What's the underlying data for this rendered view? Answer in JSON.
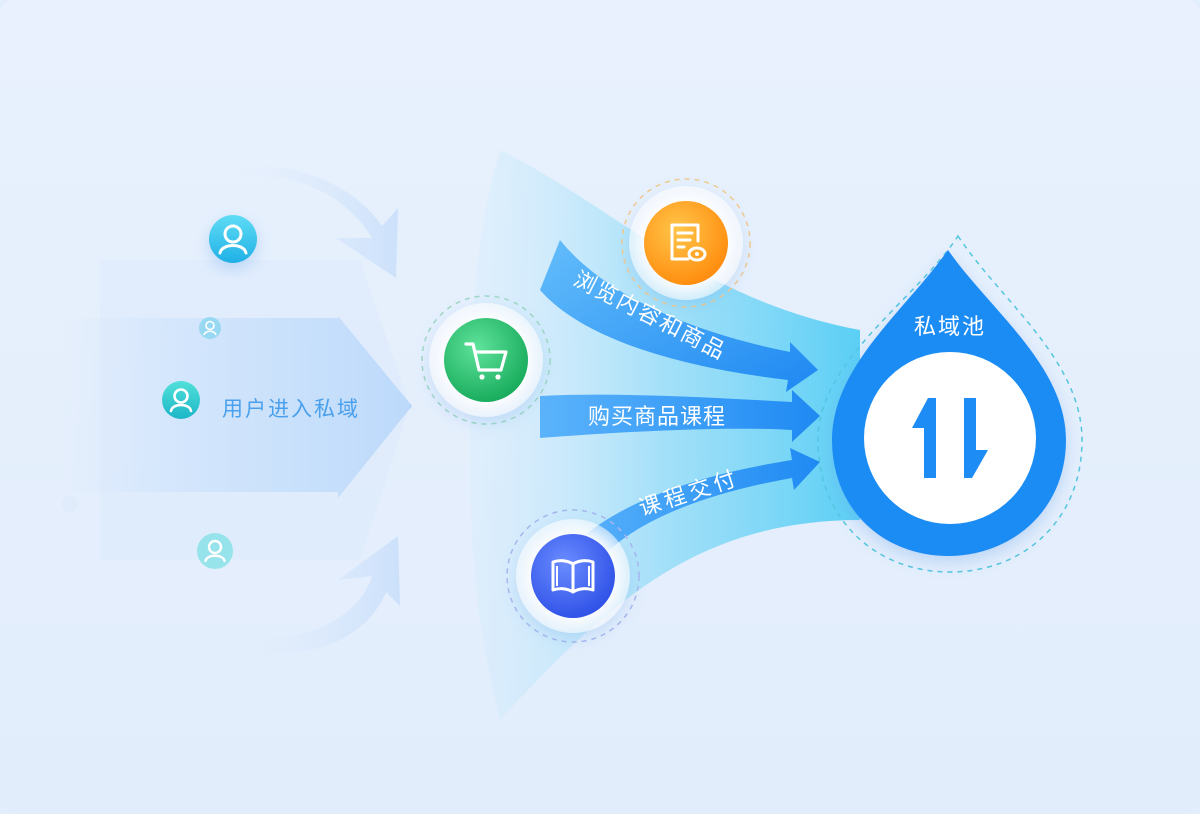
{
  "labels": {
    "user_entry": "用户进入私域",
    "browse": "浏览内容和商品",
    "purchase": "购买商品课程",
    "delivery": "课程交付",
    "pool": "私域池"
  },
  "icons": {
    "user": "user-avatar-icon",
    "cart": "shopping-cart-icon",
    "document": "document-view-icon",
    "book": "open-book-icon",
    "exchange": "up-down-arrows-icon"
  },
  "colors": {
    "primary_blue": "#1e8cf5",
    "light_blue_arrow": "#b9d8fb",
    "cyan_flow": "#2ec6f2",
    "green_cart": "#2fc06f",
    "orange_doc": "#ffa21a",
    "blue_book": "#3f63f0",
    "cyan_avatar": "#2ec7e8",
    "background": "#e4eefc"
  }
}
